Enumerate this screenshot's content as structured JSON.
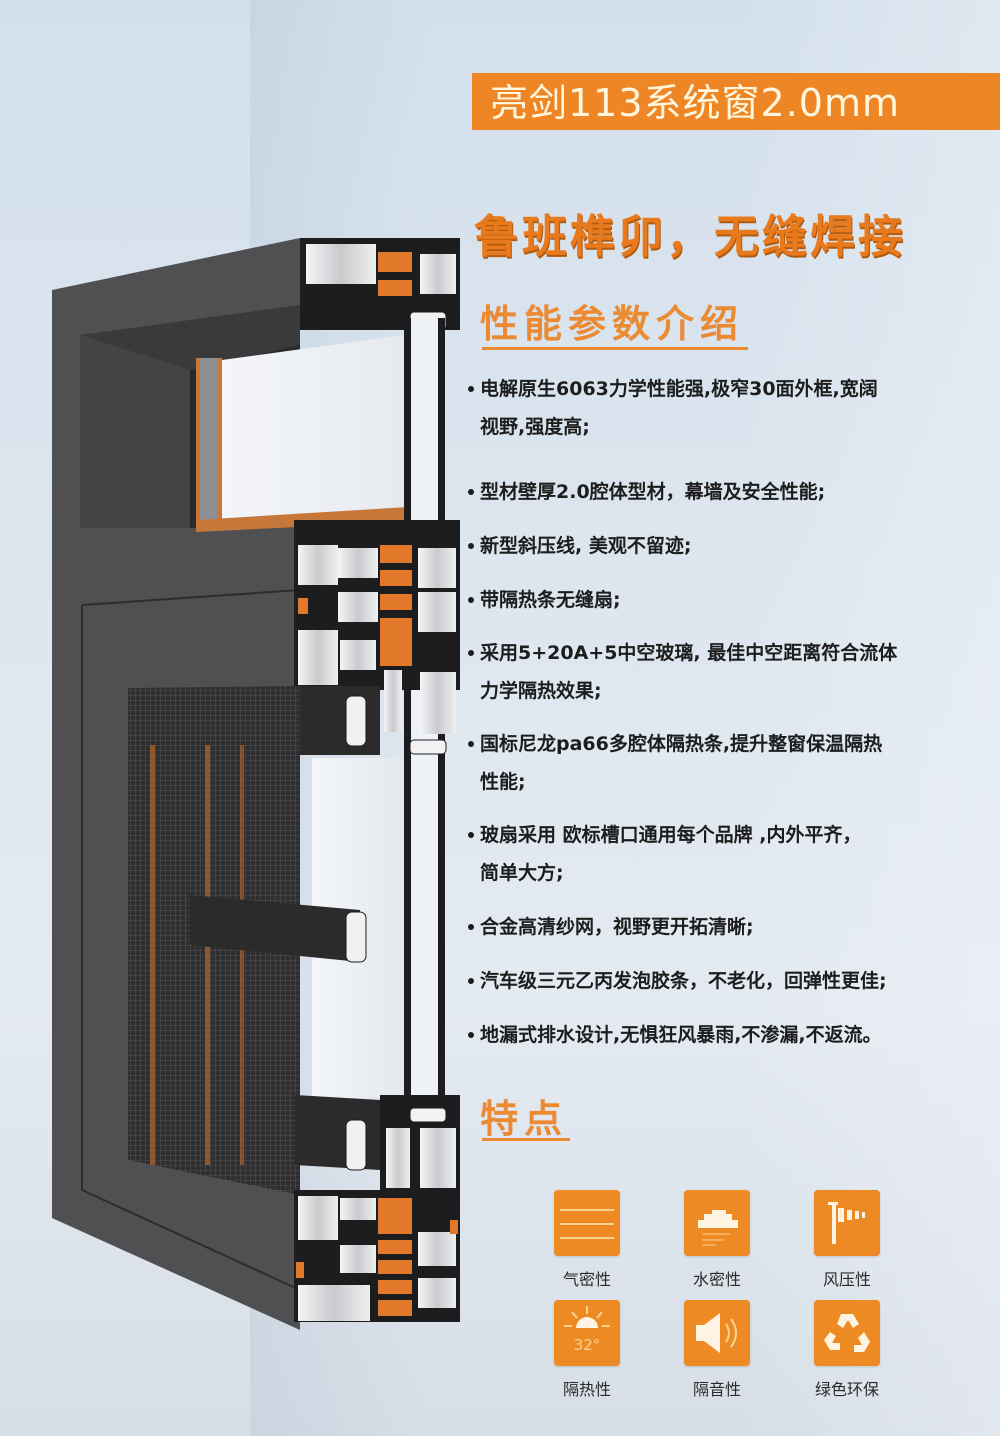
{
  "banner": {
    "title": "亮剑113系统窗2.0mm",
    "bg_color": "#ee8626"
  },
  "slogan": "鲁班榫卯，无缝焊接",
  "performance": {
    "title": "性能参数介绍",
    "items": [
      {
        "line1": "电解原生6063力学性能强,极窄30面外框,宽阔",
        "line2": "视野,强度高;"
      },
      {
        "line1": "型材壁厚2.0腔体型材，幕墙及安全性能;",
        "line2": ""
      },
      {
        "line1": "新型斜压线, 美观不留迹;",
        "line2": ""
      },
      {
        "line1": "带隔热条无缝扇;",
        "line2": ""
      },
      {
        "line1": "采用5+20A+5中空玻璃, 最佳中空距离符合流体",
        "line2": "力学隔热效果;"
      },
      {
        "line1": "国标尼龙pa66多腔体隔热条,提升整窗保温隔热",
        "line2": "性能;"
      },
      {
        "line1": "玻扇采用  欧标槽口通用每个品牌 ,内外平齐，",
        "line2": "简单大方;"
      },
      {
        "line1": "合金高清纱网，视野更开拓清晰;",
        "line2": ""
      },
      {
        "line1": "汽车级三元乙丙发泡胶条，不老化，回弹性更佳;",
        "line2": ""
      },
      {
        "line1": "地漏式排水设计,无惧狂风暴雨,不渗漏,不返流。",
        "line2": ""
      }
    ]
  },
  "features": {
    "title": "特点",
    "items": [
      {
        "label": "气密性",
        "icon": "airtight-lines-icon"
      },
      {
        "label": "水密性",
        "icon": "watertight-cloud-icon"
      },
      {
        "label": "风压性",
        "icon": "wind-pressure-windsock-icon"
      },
      {
        "label": "隔热性",
        "icon": "heat-insulation-sun-icon",
        "icon_text": "32°"
      },
      {
        "label": "隔音性",
        "icon": "sound-insulation-speaker-icon"
      },
      {
        "label": "绿色环保",
        "icon": "eco-recycle-icon"
      }
    ],
    "tile_color": "#ee8a24"
  },
  "colors": {
    "accent_orange": "#ec8a34",
    "frame_gray": "#4a4a4c",
    "thermal_break": "#e2782a",
    "background": "#d9e3ed"
  }
}
